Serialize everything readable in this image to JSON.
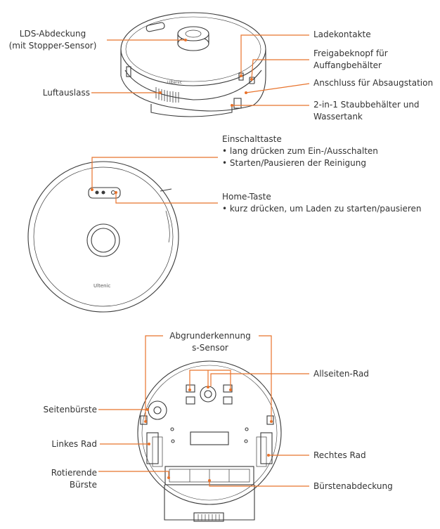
{
  "colors": {
    "leader": "#E8732C",
    "line": "#3a3a3a",
    "text": "#333333"
  },
  "brand": "Ultenic",
  "top_view": {
    "lds_cover": {
      "line1": "LDS-Abdeckung",
      "line2": "(mit Stopper-Sensor)"
    },
    "air_outlet": "Luftauslass",
    "charging_contacts": "Ladekontakte",
    "release_button": {
      "line1": "Freigabeknopf für",
      "line2": "Auffangbehälter"
    },
    "station_port": "Anschluss für Absaugstation",
    "dustbin": {
      "line1": "2-in-1 Staubbehälter und",
      "line2": "Wassertank"
    }
  },
  "front_view": {
    "power_button": {
      "title": "Einschalttaste",
      "bullet1": "• lang drücken zum Ein-/Ausschalten",
      "bullet2": "• Starten/Pausieren der Reinigung"
    },
    "home_button": {
      "title": "Home-Taste",
      "bullet1": "• kurz drücken, um Laden zu starten/pausieren"
    }
  },
  "bottom_view": {
    "cliff_sensor": {
      "line1": "Abgrunderkennung",
      "line2": "s-Sensor"
    },
    "omni_wheel": "Allseiten-Rad",
    "side_brush": "Seitenbürste",
    "left_wheel": "Linkes Rad",
    "right_wheel": "Rechtes Rad",
    "rolling_brush": {
      "line1": "Rotierende",
      "line2": "Bürste"
    },
    "brush_cover": "Bürstenabdeckung"
  }
}
